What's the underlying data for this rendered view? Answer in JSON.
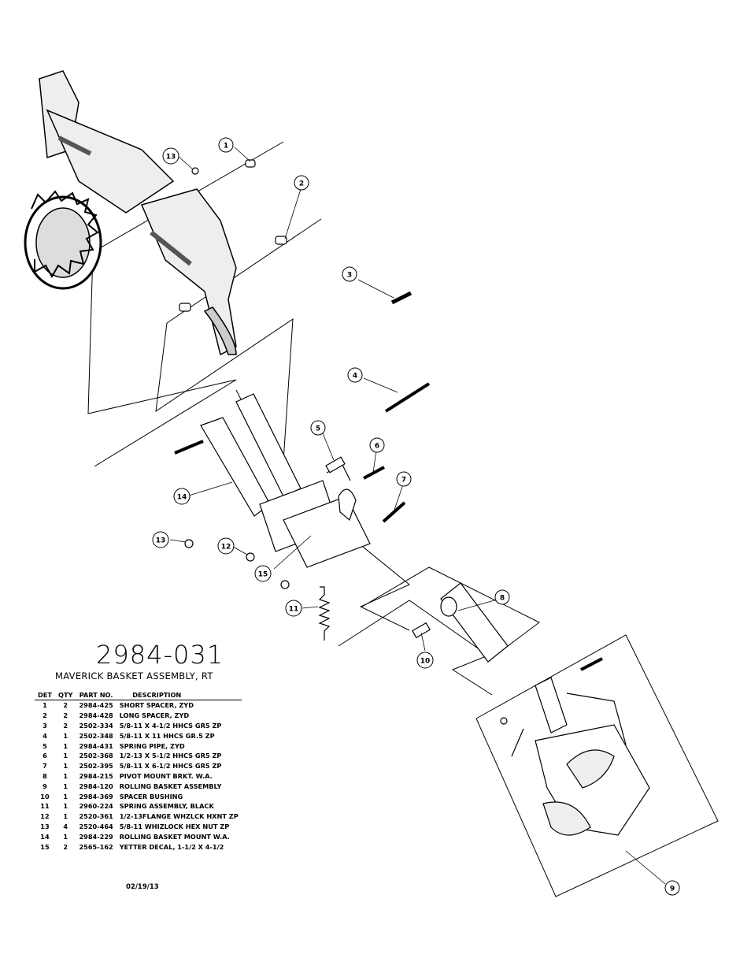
{
  "drawing": {
    "part_number": "2984-031",
    "title": "MAVERICK BASKET ASSEMBLY, RT",
    "date": "02/19/13",
    "callouts": [
      "1",
      "2",
      "3",
      "4",
      "5",
      "6",
      "7",
      "8",
      "9",
      "10",
      "11",
      "12",
      "13",
      "13",
      "14",
      "15"
    ]
  },
  "bom": {
    "headers": {
      "det": "DET",
      "qty": "QTY",
      "part": "PART NO.",
      "desc": "DESCRIPTION"
    },
    "rows": [
      {
        "det": "1",
        "qty": "2",
        "part": "2984-425",
        "desc": "SHORT SPACER, ZYD"
      },
      {
        "det": "2",
        "qty": "2",
        "part": "2984-428",
        "desc": "LONG SPACER, ZYD"
      },
      {
        "det": "3",
        "qty": "2",
        "part": "2502-334",
        "desc": "5/8-11 X 4-1/2 HHCS GR5 ZP"
      },
      {
        "det": "4",
        "qty": "1",
        "part": "2502-348",
        "desc": "5/8-11 X 11 HHCS GR.5 ZP"
      },
      {
        "det": "5",
        "qty": "1",
        "part": "2984-431",
        "desc": "SPRING PIPE, ZYD"
      },
      {
        "det": "6",
        "qty": "1",
        "part": "2502-368",
        "desc": "1/2-13 X 5-1/2 HHCS GR5 ZP"
      },
      {
        "det": "7",
        "qty": "1",
        "part": "2502-395",
        "desc": "5/8-11 X 6-1/2 HHCS GR5 ZP"
      },
      {
        "det": "8",
        "qty": "1",
        "part": "2984-215",
        "desc": "PIVOT MOUNT BRKT. W.A."
      },
      {
        "det": "9",
        "qty": "1",
        "part": "2984-120",
        "desc": "ROLLING BASKET ASSEMBLY"
      },
      {
        "det": "10",
        "qty": "1",
        "part": "2984-369",
        "desc": "SPACER BUSHING"
      },
      {
        "det": "11",
        "qty": "1",
        "part": "2960-224",
        "desc": "SPRING ASSEMBLY, BLACK"
      },
      {
        "det": "12",
        "qty": "1",
        "part": "2520-361",
        "desc": "1/2-13FLANGE WHZLCK HXNT ZP"
      },
      {
        "det": "13",
        "qty": "4",
        "part": "2520-464",
        "desc": "5/8-11 WHIZLOCK HEX NUT ZP"
      },
      {
        "det": "14",
        "qty": "1",
        "part": "2984-229",
        "desc": "ROLLING BASKET MOUNT W.A."
      },
      {
        "det": "15",
        "qty": "2",
        "part": "2565-162",
        "desc": "YETTER DECAL, 1-1/2 X 4-1/2"
      }
    ]
  }
}
